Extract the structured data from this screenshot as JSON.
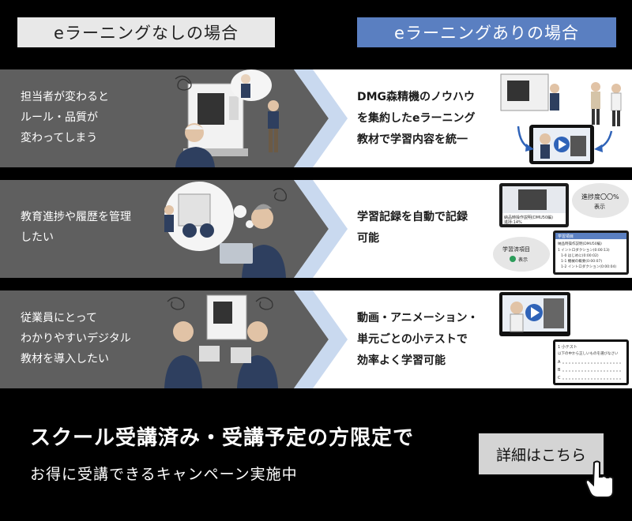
{
  "header": {
    "left_label": "eラーニングなしの場合",
    "right_label": "eラーニングありの場合"
  },
  "rows": [
    {
      "left_lines": [
        "担当者が変わると",
        "ルール・品質が",
        "変わってしまう"
      ],
      "right_lines": [
        "DMG森精機のノウハウ",
        "を集約したeラーニング",
        "教材で学習内容を統一"
      ]
    },
    {
      "left_lines": [
        "教育進捗や履歴を管理",
        "したい"
      ],
      "right_lines": [
        "学習記録を自動で記録",
        "可能"
      ],
      "mock": {
        "progress_caption": "納品時操作説明(DMU50編)",
        "progress_value": "進捗:14%",
        "bubble_progress": "進捗度〇〇%",
        "bubble_progress_sub": "表示",
        "bubble_items": "学習済項目",
        "bubble_items_sub": "表示",
        "list_header": "学習項目",
        "list_title": "納品時操作説明(DMU50編)",
        "list_items": [
          "1 イントロダクション(0:00:13)",
          "1-0 はじめに(0:00:02)",
          "1-1 機械の概要(0:00:07)",
          "1-2 イントロダクション(0:00:04)"
        ]
      }
    },
    {
      "left_lines": [
        "従業員にとって",
        "わかりやすいデジタル",
        "教材を導入したい"
      ],
      "right_lines": [
        "動画・アニメーション・",
        "単元ごとの小テストで",
        "効率よく学習可能"
      ],
      "mock": {
        "quiz_title": "1 小テスト",
        "quiz_question": "以下の中から正しいものを選びなさい",
        "quiz_options": [
          "A",
          "B",
          "C"
        ]
      }
    }
  ],
  "cta": {
    "line1": "スクール受講済み・受講予定の方限定で",
    "line2": "お得に受講できるキャンペーン実施中",
    "button_label": "詳細はこちら"
  },
  "colors": {
    "accent_blue": "#5a7fc1",
    "arrow_blue": "#c9d9ef",
    "play_blue": "#2f63b8"
  }
}
